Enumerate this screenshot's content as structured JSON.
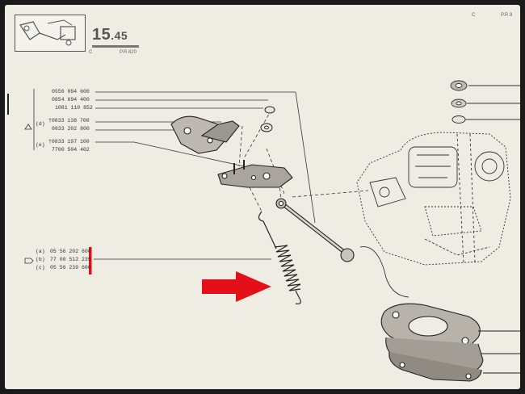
{
  "header": {
    "page_number_major": "15",
    "page_number_minor": ".45",
    "sub_left": "C",
    "sub_right": "P.R 820",
    "corner_left": "C",
    "corner_right": "P.R 8"
  },
  "group_top": {
    "codes": [
      "0556 094 600",
      "0854 694 400",
      "1081 110 852"
    ]
  },
  "group_d": {
    "label": "(d)",
    "codes": [
      "†0833 138 700",
      "0833 202 800"
    ]
  },
  "group_e": {
    "label": "(e)",
    "codes": [
      "†0833 197 100",
      "7700 504 402"
    ]
  },
  "group_spring": {
    "rows": [
      {
        "label": "(a)",
        "code": "05 56 202 600"
      },
      {
        "label": "(b)",
        "code": "77 00 512 239"
      },
      {
        "label": "(c)",
        "code": "05 56 239 600"
      }
    ],
    "highlight_color": "#e3101a"
  },
  "arrow": {
    "color": "#e3101a",
    "icon": "arrow-right-icon"
  }
}
